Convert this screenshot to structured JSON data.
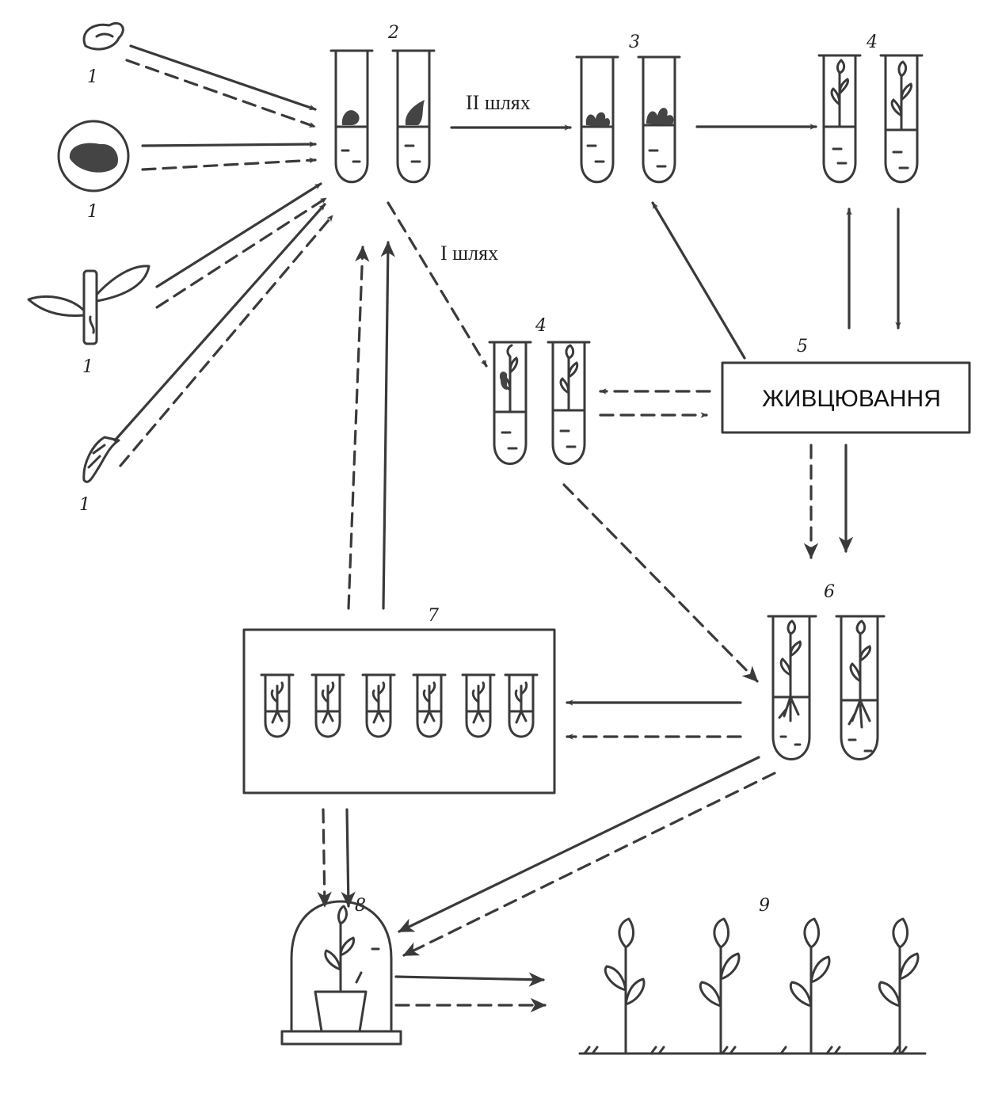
{
  "labels": {
    "explant": "1",
    "initial_culture": "2",
    "route_two_shoots": "3",
    "shoots": "4",
    "box_5_number": "5",
    "rooting": "6",
    "box_7_number": "7",
    "adaptation": "8",
    "field_plants": "9"
  },
  "route_labels": {
    "route_two": "II шлях",
    "route_one": "I шлях"
  },
  "box_5_text": "ЖИВЦЮВАННЯ",
  "colors": {
    "ink": "#3a3a3a",
    "background": "#ffffff"
  }
}
